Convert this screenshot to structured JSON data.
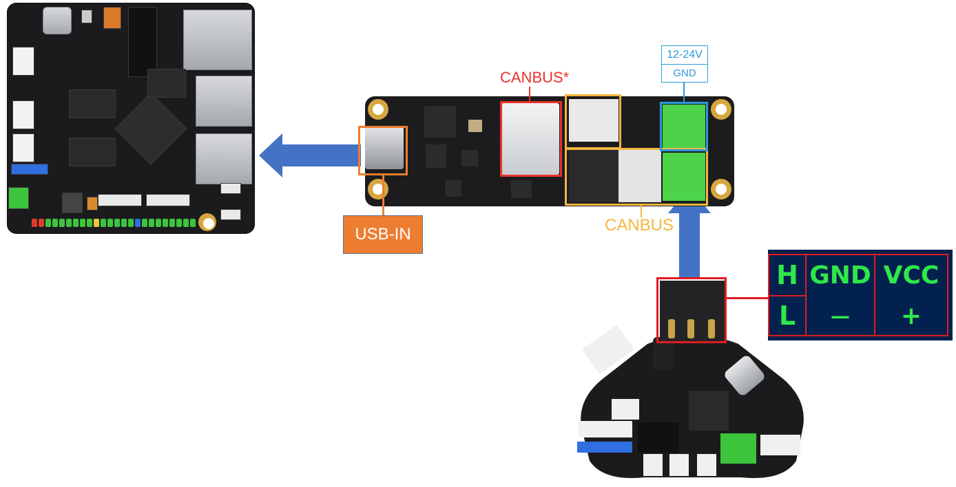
{
  "labels": {
    "usb_in": "USB-IN",
    "canbus_star": "CANBUS*",
    "canbus": "CANBUS",
    "power_voltage": "12-24V",
    "power_gnd": "GND"
  },
  "pinout": {
    "h": "H",
    "l": "L",
    "gnd": "GND",
    "minus": "—",
    "vcc": "VCC",
    "plus": "+"
  },
  "colors": {
    "arrow": "#4472c4",
    "usb_box": "#ed7d31",
    "canbus_box": "#f4b63f",
    "canbus_star": "#e8332b",
    "power": "#2b9bd8",
    "pinout_bg": "#03214e",
    "pinout_text": "#2ee84a",
    "pinout_lines": "#e11b22",
    "terminal_green": "#4cd34a"
  }
}
